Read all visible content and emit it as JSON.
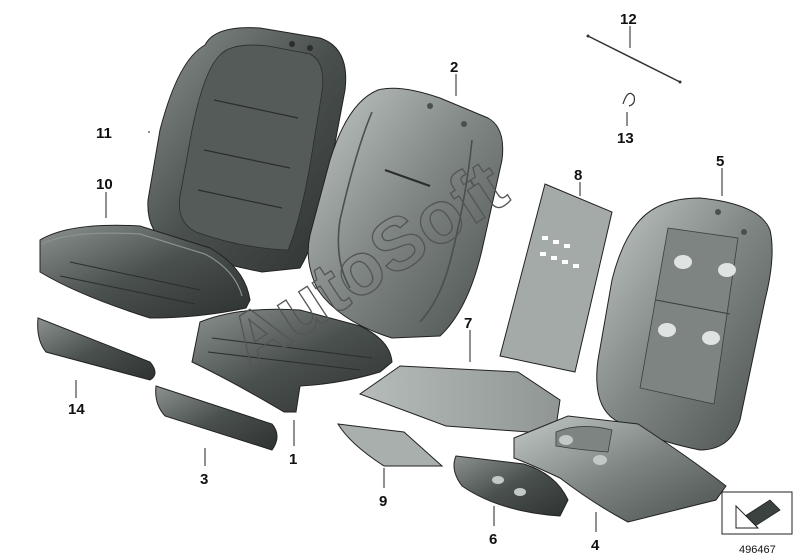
{
  "diagram": {
    "callouts": [
      "1",
      "2",
      "3",
      "4",
      "5",
      "6",
      "7",
      "8",
      "9",
      "10",
      "11",
      "12",
      "13",
      "14"
    ],
    "watermark": "AutoSoft",
    "part_number": "496467",
    "colors": {
      "part_dark": "#3c4240",
      "part_mid": "#6c7371",
      "part_light": "#a9afad",
      "part_face": "#858c8a",
      "highlight": "#c3c9c7",
      "line": "#222222"
    },
    "icons": {
      "corner_symbol": "arrow-down-left-icon"
    }
  }
}
